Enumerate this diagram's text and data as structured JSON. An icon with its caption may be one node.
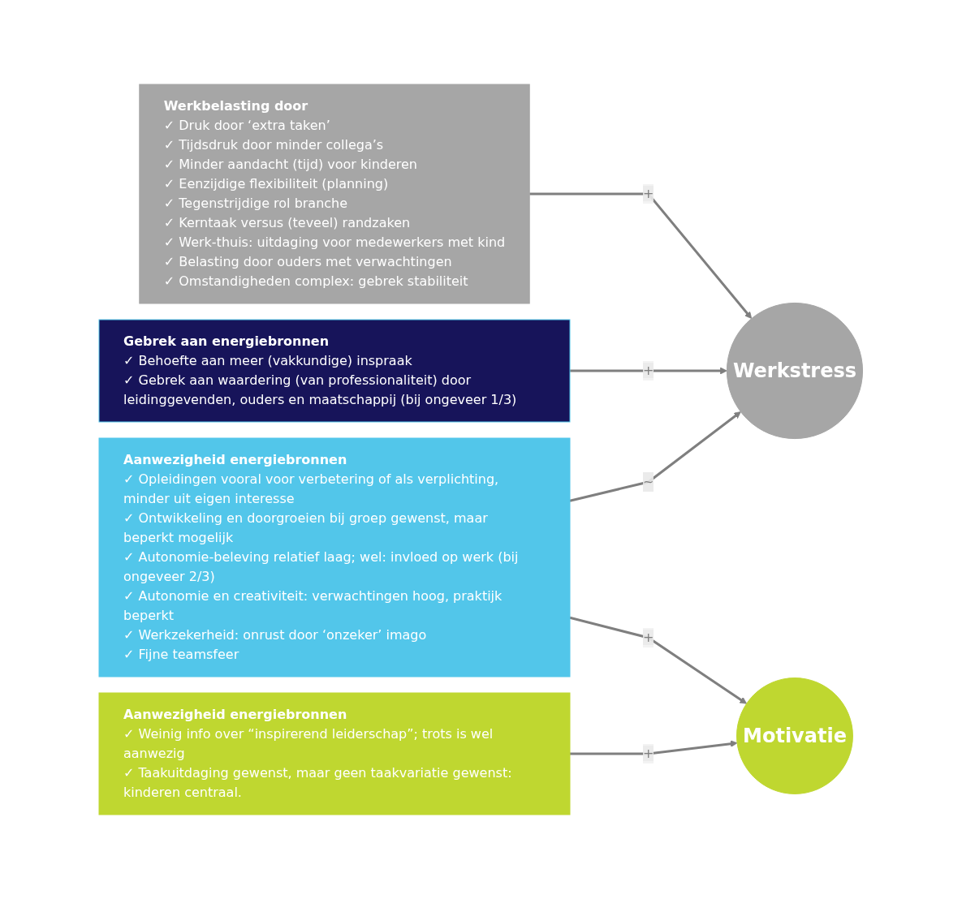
{
  "diagram": {
    "nodes": [
      {
        "text": [
          "Werkbelasting door",
          "✓ Druk door ‘extra taken’",
          "✓ Tijdsdruk door minder collega’s",
          "✓ Minder aandacht (tijd) voor kinderen",
          "✓ Eenzijdige flexibiliteit (planning)",
          "✓ Tegenstrijdige rol branche",
          "✓ Kerntaak versus (teveel) randzaken",
          "✓ Werk-thuis: uitdaging voor medewerkers met kind",
          "✓ Belasting door ouders met verwachtingen",
          "✓ Omstandigheden complex: gebrek stabiliteit"
        ]
      },
      {
        "text": [
          "Gebrek aan energiebronnen",
          "✓ Behoefte aan meer (vakkundige) inspraak",
          "✓ Gebrek aan waardering (van professionaliteit) door leidinggevenden, ouders en maatschappij (bij ongeveer 1/3)"
        ]
      },
      {
        "text": [
          "Aanwezigheid energiebronnen",
          "✓ Opleidingen vooral voor verbetering of als verplichting, minder uit eigen interesse",
          "✓ Ontwikkeling en doorgroeien bij groep gewenst, maar beperkt mogelijk",
          "✓ Autonomie-beleving relatief laag; wel: invloed op werk (bij ongeveer 2/3)",
          "✓ Autonomie en creativiteit: verwachtingen hoog, praktijk beperkt",
          "✓ Werkzekerheid: onrust door ‘onzeker’ imago",
          "✓ Fijne teamsfeer"
        ]
      },
      {
        "text": [
          "Aanwezigheid energiebronnen",
          "✓ Weinig info over “inspirerend leiderschap”; trots is wel aanwezig",
          "✓ Taakuitdaging gewenst, maar geen taakvariatie gewenst: kinderen centraal."
        ]
      },
      {
        "text": [
          "Werkstress"
        ]
      },
      {
        "text": [
          "Motivatie"
        ]
      }
    ],
    "edges": [
      {
        "from": 0,
        "to": 4,
        "arrow": "to",
        "label": "+"
      },
      {
        "from": 1,
        "to": 4,
        "arrow": "to",
        "label": "+"
      },
      {
        "from": 2,
        "to": 4,
        "arrow": "to",
        "label": "~"
      },
      {
        "from": 2,
        "to": 5,
        "arrow": "to",
        "label": "+"
      },
      {
        "from": 3,
        "to": 5,
        "arrow": "to",
        "label": "+"
      }
    ]
  }
}
